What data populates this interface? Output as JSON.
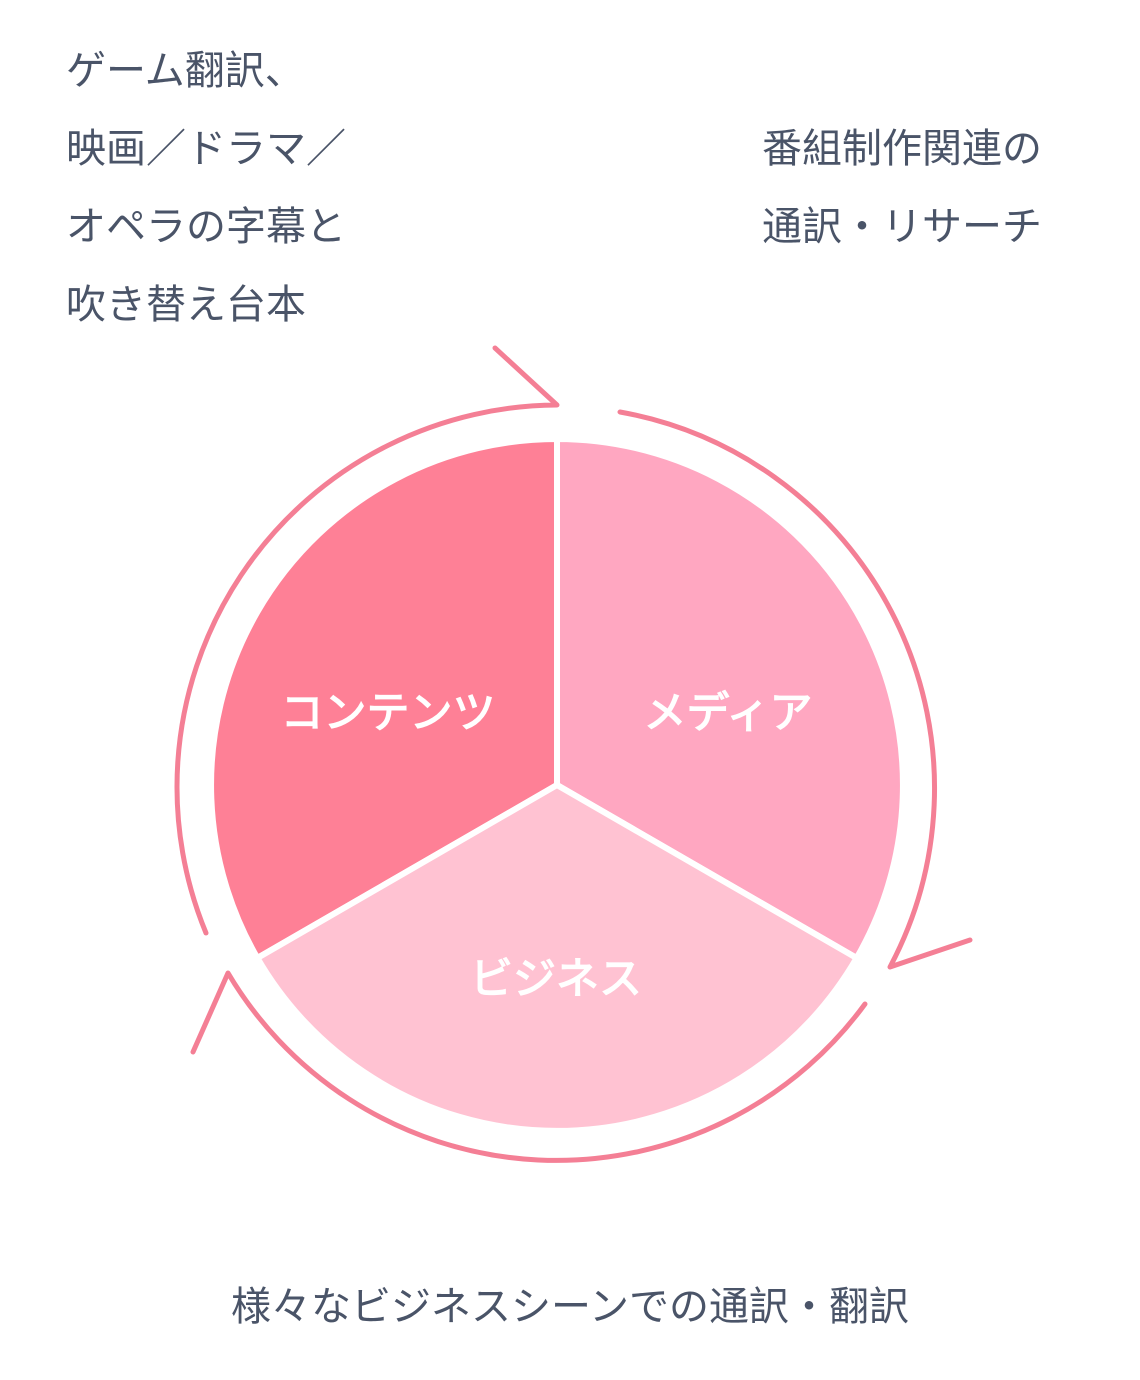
{
  "colors": {
    "contents": "#fe8096",
    "media": "#ffa7c1",
    "business": "#ffc2d2",
    "arrow": "#f47f95",
    "text": "#4a5468"
  },
  "captions": {
    "contents": [
      "ゲーム翻訳、",
      "映画／ドラマ／",
      "オペラの字幕と",
      "吹き替え台本"
    ],
    "media": [
      "番組制作関連の",
      "通訳・リサーチ"
    ],
    "business": "様々なビジネスシーンでの通訳・翻訳"
  },
  "segments": {
    "contents": "コンテンツ",
    "media": "メディア",
    "business": "ビジネス"
  }
}
